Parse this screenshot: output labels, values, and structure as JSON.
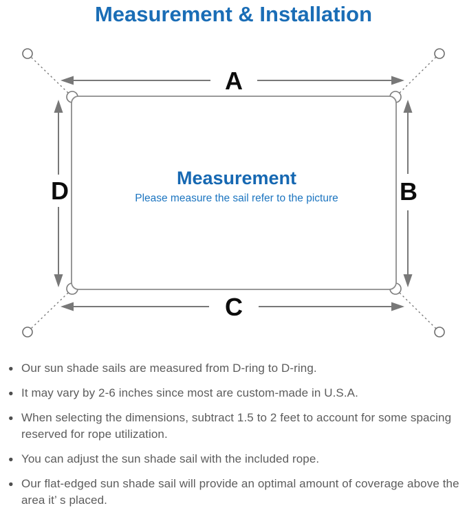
{
  "title": {
    "text": "Measurement & Installation",
    "color": "#1a6db6"
  },
  "diagram": {
    "labels": {
      "top": "A",
      "right": "B",
      "bottom": "C",
      "left": "D"
    },
    "center_title": "Measurement",
    "center_subtitle": "Please measure the sail refer to the picture",
    "colors": {
      "outline": "#8c8c8c",
      "arrow": "#787878",
      "rope": "#7a7a7a",
      "dimension_label": "#0c0c0c",
      "center_title": "#1668b2",
      "center_subtitle": "#1c75c0"
    }
  },
  "bullets": {
    "marker": "●",
    "text_color": "#5c5c5c",
    "items": [
      "Our sun shade sails are measured from D-ring to D-ring.",
      "It may vary by 2-6 inches since most are custom-made in U.S.A.",
      "When selecting the dimensions, subtract 1.5 to 2 feet to account for some spacing reserved for rope utilization.",
      "You can adjust the sun shade sail with the included rope.",
      "Our flat-edged sun shade sail will provide an optimal amount of coverage above the area it’ s placed."
    ]
  }
}
